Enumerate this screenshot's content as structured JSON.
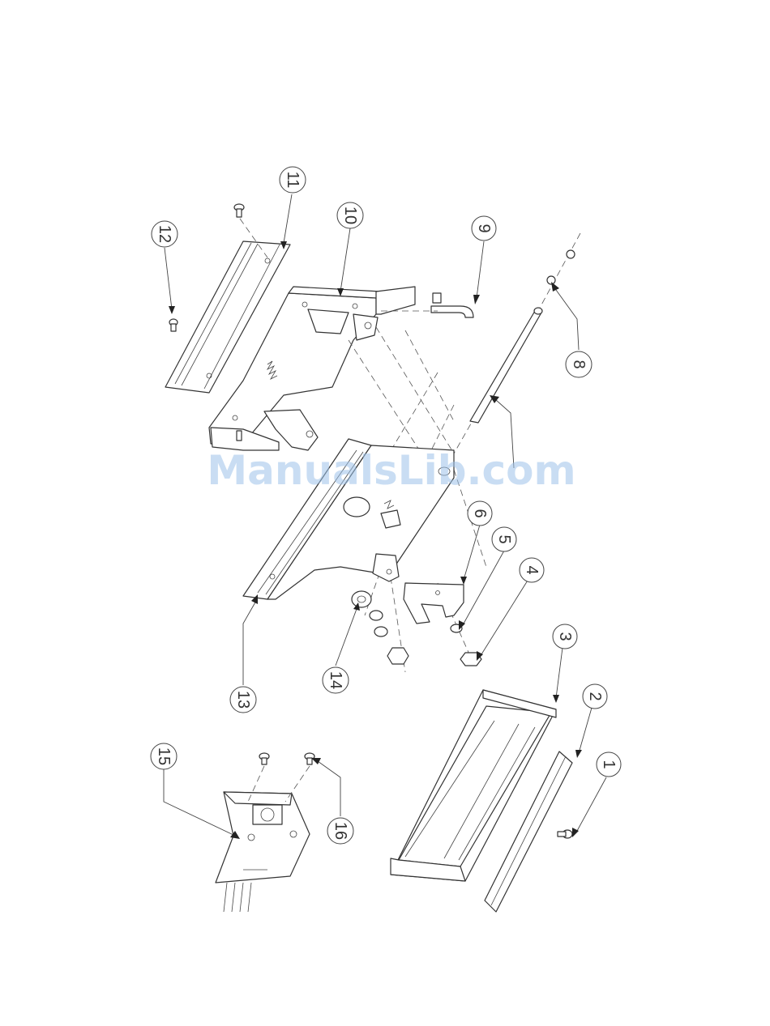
{
  "diagram": {
    "type": "exploded-parts-diagram",
    "callouts": [
      {
        "id": "c1",
        "label": "1"
      },
      {
        "id": "c2",
        "label": "2"
      },
      {
        "id": "c3",
        "label": "3"
      },
      {
        "id": "c4",
        "label": "4"
      },
      {
        "id": "c5",
        "label": "5"
      },
      {
        "id": "c6",
        "label": "6"
      },
      {
        "id": "c8",
        "label": "8"
      },
      {
        "id": "c9",
        "label": "9"
      },
      {
        "id": "c10",
        "label": "10"
      },
      {
        "id": "c11",
        "label": "11"
      },
      {
        "id": "c12",
        "label": "12"
      },
      {
        "id": "c13",
        "label": "13"
      },
      {
        "id": "c14",
        "label": "14"
      },
      {
        "id": "c15",
        "label": "15"
      },
      {
        "id": "c16",
        "label": "16"
      }
    ]
  },
  "watermark": {
    "text": "ManualsLib.com",
    "color": "#9ec3ea"
  }
}
